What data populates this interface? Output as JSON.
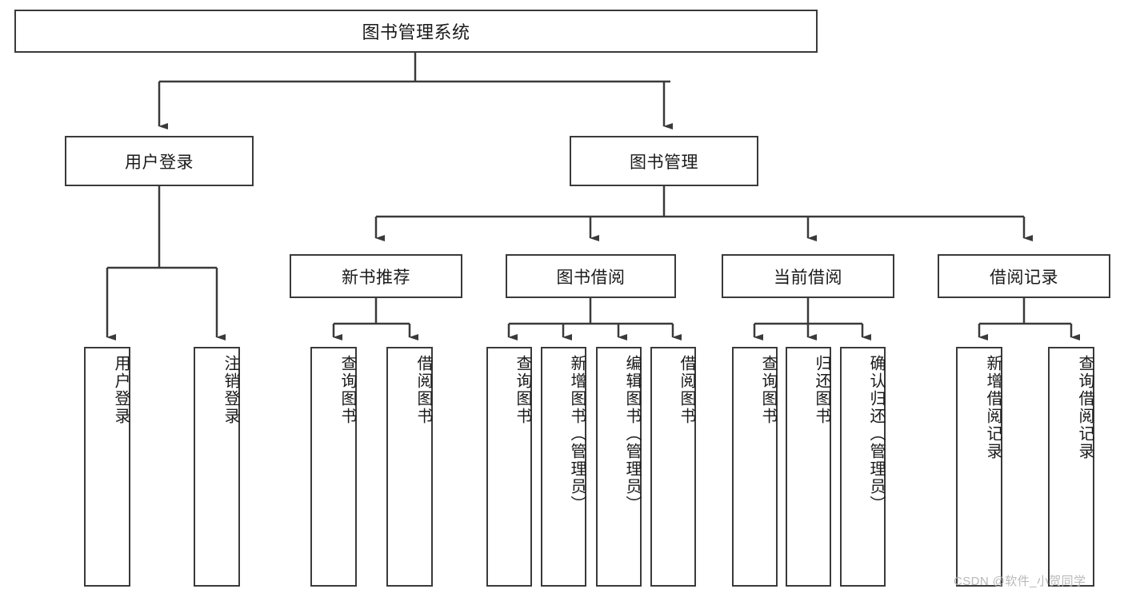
{
  "diagram": {
    "title": "图书管理系统",
    "type": "hierarchy-tree",
    "root": {
      "id": "root",
      "label": "图书管理系统",
      "orientation": "horizontal"
    },
    "level2": [
      {
        "id": "user-login",
        "label": "用户登录",
        "orientation": "horizontal"
      },
      {
        "id": "book-manage",
        "label": "图书管理",
        "orientation": "horizontal"
      }
    ],
    "level3": [
      {
        "id": "new-book-rec",
        "label": "新书推荐",
        "orientation": "horizontal",
        "parent": "book-manage"
      },
      {
        "id": "book-borrow",
        "label": "图书借阅",
        "orientation": "horizontal",
        "parent": "book-manage"
      },
      {
        "id": "current-borrow",
        "label": "当前借阅",
        "orientation": "horizontal",
        "parent": "book-manage"
      },
      {
        "id": "borrow-record",
        "label": "借阅记录",
        "orientation": "horizontal",
        "parent": "book-manage"
      }
    ],
    "leaves": [
      {
        "id": "leaf-user-login",
        "label": "用户登录",
        "parent": "user-login"
      },
      {
        "id": "leaf-logout",
        "label": "注销登录",
        "parent": "user-login"
      },
      {
        "id": "leaf-query-book-1",
        "label": "查询图书",
        "parent": "new-book-rec"
      },
      {
        "id": "leaf-borrow-book-1",
        "label": "借阅图书",
        "parent": "new-book-rec"
      },
      {
        "id": "leaf-query-book-2",
        "label": "查询图书",
        "parent": "book-borrow"
      },
      {
        "id": "leaf-add-book",
        "label": "新增图书（管理员）",
        "parent": "book-borrow"
      },
      {
        "id": "leaf-edit-book",
        "label": "编辑图书（管理员）",
        "parent": "book-borrow"
      },
      {
        "id": "leaf-borrow-book-2",
        "label": "借阅图书",
        "parent": "book-borrow"
      },
      {
        "id": "leaf-query-book-3",
        "label": "查询图书",
        "parent": "current-borrow"
      },
      {
        "id": "leaf-return-book",
        "label": "归还图书",
        "parent": "current-borrow"
      },
      {
        "id": "leaf-confirm-return",
        "label": "确认归还（管理员）",
        "parent": "current-borrow"
      },
      {
        "id": "leaf-add-record",
        "label": "新增借阅记录",
        "parent": "borrow-record"
      },
      {
        "id": "leaf-query-record",
        "label": "查询借阅记录",
        "parent": "borrow-record"
      }
    ]
  },
  "watermark": {
    "text": "CSDN @软件_小贺同学"
  },
  "colors": {
    "stroke": "#3a3a3a",
    "background": "#ffffff",
    "text": "#1a1a1a",
    "watermark": "#b9b9b9"
  }
}
